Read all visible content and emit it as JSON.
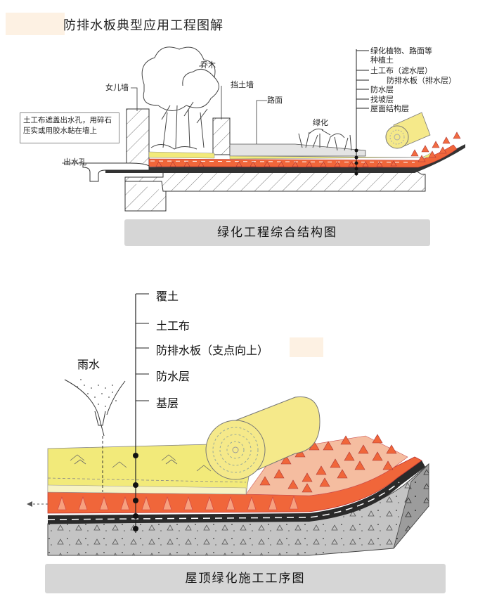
{
  "title": "防排水板典型应用工程图解",
  "top_diagram": {
    "labels": {
      "tree": "乔木",
      "parapet": "女儿墙",
      "retaining_wall": "挡土墙",
      "road": "路面",
      "greening": "绿化",
      "outlet": "出水孔",
      "note": "土工布遮盖出水孔，用碎石压实或用胶水黏在墙上"
    },
    "layers": [
      "绿化植物、路面等",
      "种植土",
      "土工布（滤水层）",
      "防排水板（排水层）",
      "防水层",
      "找坡层",
      "屋面结构层"
    ],
    "caption": "绿化工程综合结构图"
  },
  "bottom_diagram": {
    "rain": "雨水",
    "layers": [
      "覆土",
      "土工布",
      "防排水板（支点向上）",
      "防水层",
      "基层"
    ],
    "caption": "屋顶绿化施工工序图"
  },
  "colors": {
    "soil_yellow": "#f2ea7a",
    "drain_board": "#f0663a",
    "roll": "#f5e98a",
    "caption_bg": "#d6d6d6",
    "concrete": "#bdbdbd"
  }
}
